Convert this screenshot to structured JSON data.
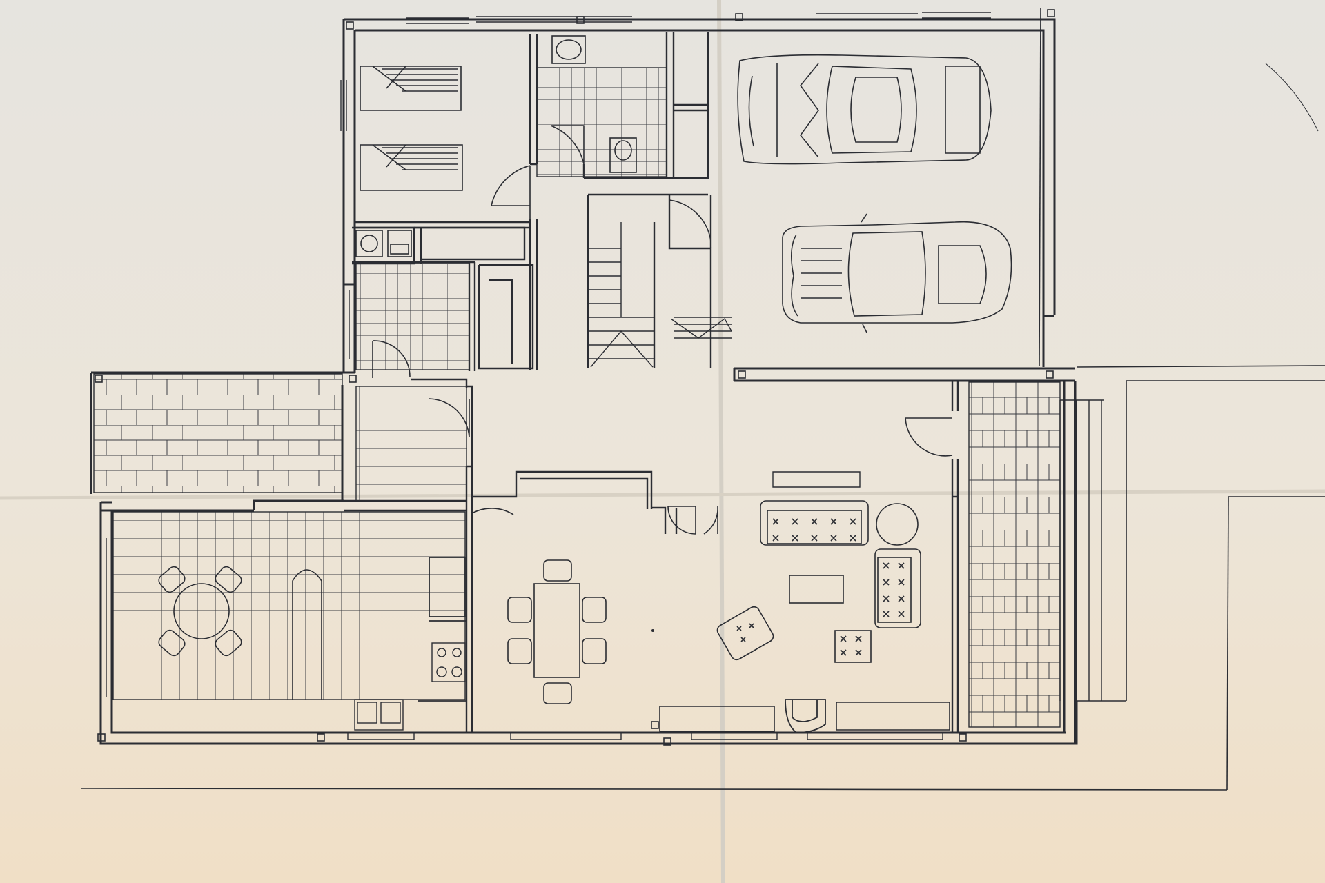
{
  "diagram": {
    "type": "architectural-floor-plan",
    "colors": {
      "paper": "#e8e5df",
      "paper_warm": "#efe3d1",
      "ink": "#2b2d33",
      "fold": "#d6d2ca"
    },
    "rooms": [
      "bedroom",
      "bathroom",
      "laundry",
      "pantry",
      "hall",
      "staircase",
      "garage",
      "covered-terrace",
      "porch",
      "kitchen",
      "breakfast-area",
      "dining-room",
      "living-room",
      "entrance-walkway"
    ],
    "furniture_icons": [
      "twin-bed-icon",
      "washbasin-icon",
      "toilet-icon",
      "washing-machine-icon",
      "sink-icon",
      "car-icon",
      "round-table-icon",
      "dining-table-icon",
      "sofa-icon",
      "armchair-icon",
      "coffee-table-icon",
      "cooktop-icon",
      "double-sink-icon",
      "fireplace-icon"
    ]
  }
}
